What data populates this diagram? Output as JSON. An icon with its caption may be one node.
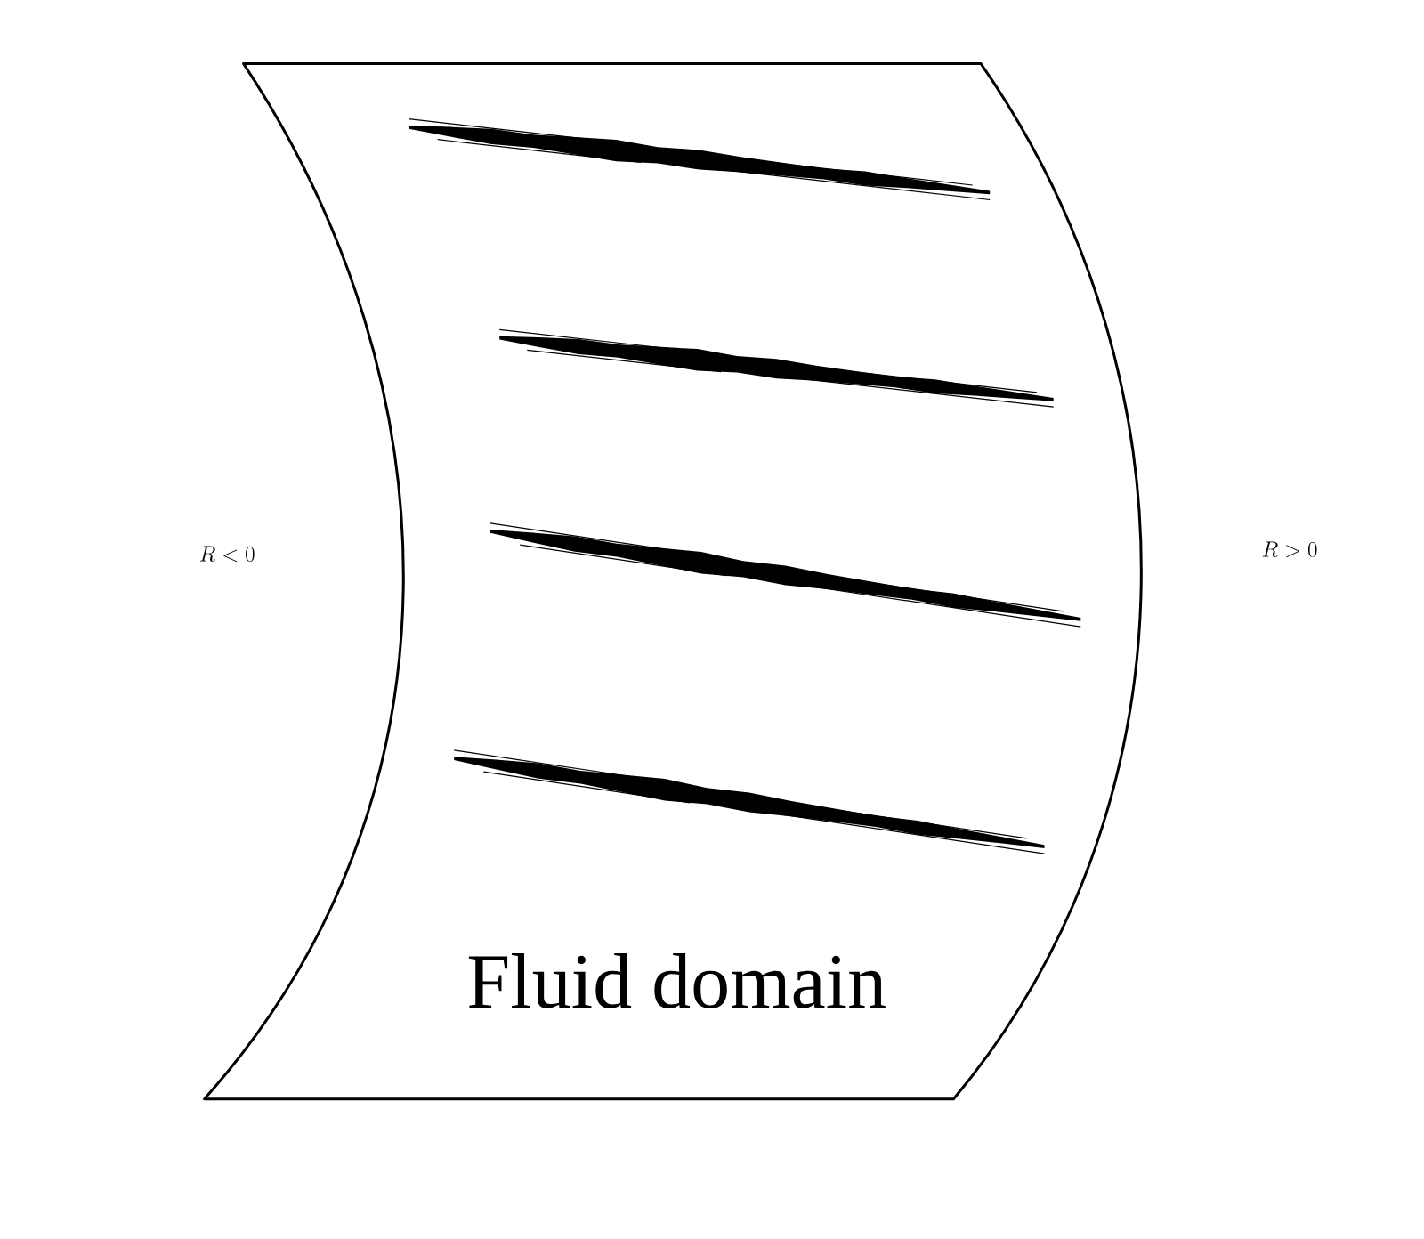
{
  "diagram": {
    "nodes": [
      {
        "text": [
          "Fluid domain"
        ]
      }
    ],
    "labels": [
      "R < 0",
      "R > 0"
    ]
  }
}
